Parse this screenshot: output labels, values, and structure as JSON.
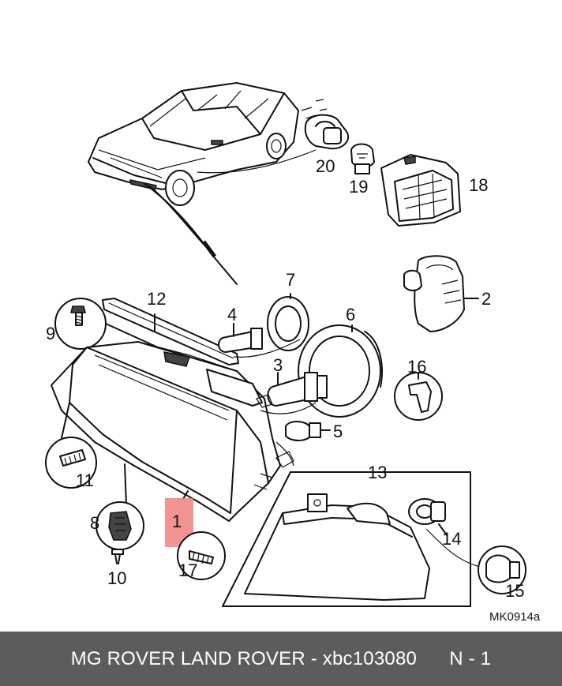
{
  "diagram": {
    "callouts": [
      "1",
      "2",
      "3",
      "4",
      "5",
      "6",
      "7",
      "8",
      "9",
      "10",
      "11",
      "12",
      "13",
      "14",
      "15",
      "16",
      "17",
      "18",
      "19",
      "20"
    ],
    "drawing_code": "MK0914a",
    "highlight_color": "#f08080"
  },
  "footer": {
    "title": "MG ROVER LAND ROVER - xbc103080",
    "page": "N - 1",
    "background": "#5c5c5c"
  }
}
